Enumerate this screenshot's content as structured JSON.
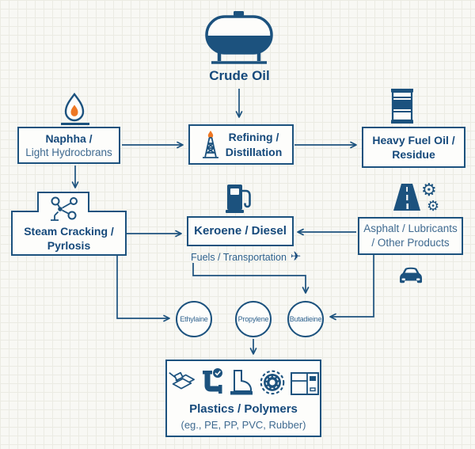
{
  "nodes": {
    "crude_oil": {
      "label": "Crude Oil"
    },
    "naphtha": {
      "line1": "Naphha /",
      "line2": "Light Hydrocbrans"
    },
    "refining": {
      "line1": "Refining /",
      "line2": "Distillation"
    },
    "heavy_fuel_oil": {
      "line1": "Heavy Fuel Oil /",
      "line2": "Residue"
    },
    "steam_cracking": {
      "line1": "Steam Cracking /",
      "line2": "Pyrlosis"
    },
    "kerosene": {
      "label": "Keroene / Diesel"
    },
    "asphalt": {
      "line1": "Asphalt / Lubricants",
      "line2": "/ Other Products"
    },
    "fuels_transportation": {
      "label": "Fuels / Transportation"
    },
    "ethylene": {
      "label": "Ethylaine"
    },
    "propylene": {
      "label": "Propylene"
    },
    "butadiene": {
      "label": "Butadieine"
    },
    "plastics": {
      "title": "Plastics / Polymers",
      "subtitle": "(eg., PE, PP, PVC, Rubber)"
    }
  },
  "icons": {
    "gear_glyph": "⚙",
    "airplane_glyph": "✈"
  },
  "colors": {
    "navy": "#1c527e",
    "navy_dark": "#15497b",
    "orange": "#ee7723",
    "text_muted": "#3f6a90",
    "paper": "#f8f8f4",
    "grid": "#ebebe3",
    "box_bg": "#fdfdfb"
  }
}
